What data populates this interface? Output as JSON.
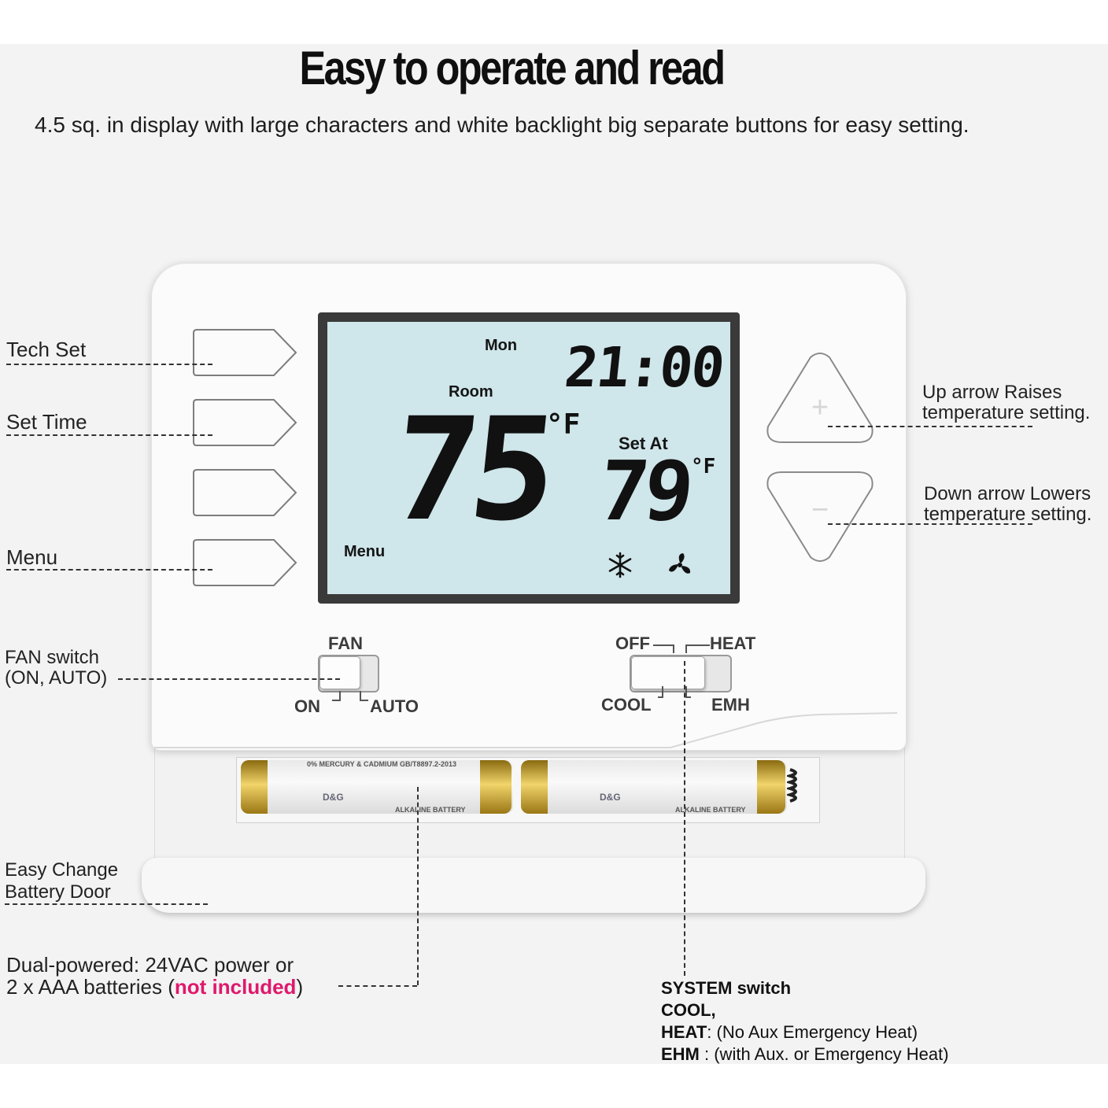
{
  "header": {
    "title": "Easy to operate and read",
    "subtitle": "4.5 sq.  in display with large characters and white backlight big separate buttons for easy setting."
  },
  "callouts": {
    "tech_set": "Tech Set",
    "set_time": "Set Time",
    "menu": "Menu",
    "fan_switch_line1": "FAN switch",
    "fan_switch_line2": "(ON, AUTO)",
    "battery_door_line1": "Easy Change",
    "battery_door_line2": "Battery Door",
    "power_line1": "Dual-powered: 24VAC power or",
    "power_line2_prefix": "2 x AAA batteries (",
    "power_line2_highlight": "not included",
    "power_line2_suffix": ")",
    "up_line1": "Up arrow Raises",
    "up_line2": "temperature setting.",
    "down_line1": "Down arrow Lowers",
    "down_line2": "temperature setting.",
    "system_title": "SYSTEM switch",
    "system_cool": "COOL,",
    "system_heat_key": "HEAT",
    "system_heat_desc": ": (No Aux Emergency Heat)",
    "system_emh_key": "EHM",
    "system_emh_desc": " : (with Aux. or Emergency Heat)"
  },
  "lcd": {
    "day": "Mon",
    "time": "21:00",
    "room_label": "Room",
    "room_temp": "75",
    "room_unit": "°F",
    "set_label": "Set  At",
    "set_temp": "79",
    "set_unit": "°F",
    "menu_label": "Menu"
  },
  "buttons": {
    "plus_symbol": "+",
    "minus_symbol": "−"
  },
  "switches": {
    "fan_title": "FAN",
    "fan_on": "ON",
    "fan_auto": "AUTO",
    "sys_off": "OFF",
    "sys_heat": "HEAT",
    "sys_cool": "COOL",
    "sys_emh": "EMH"
  },
  "batteries": {
    "top_text": "0% MERCURY & CADMIUM  GB/T8897.2-2013",
    "brand": "D&G",
    "type": "ALKALINE BATTERY"
  },
  "colors": {
    "accent_highlight": "#e0186c",
    "lcd_background": "#cfe6ea"
  }
}
